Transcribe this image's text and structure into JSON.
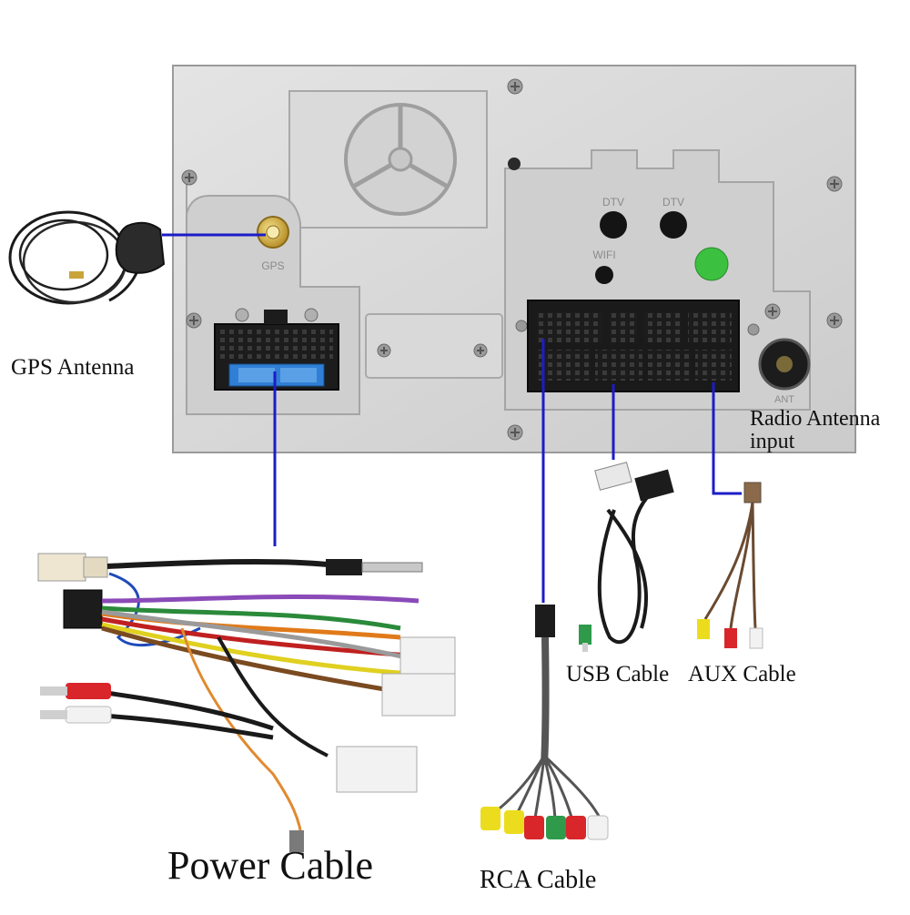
{
  "labels": {
    "gps_antenna": "GPS Antenna",
    "radio_antenna_line1": "Radio Antenna",
    "radio_antenna_line2": "input",
    "usb_cable": "USB Cable",
    "aux_cable": "AUX Cable",
    "power_cable": "Power Cable",
    "rca_cable": "RCA Cable"
  },
  "panel_markings": {
    "gps": "GPS",
    "dtv_left": "DTV",
    "dtv_right": "DTV",
    "wifi": "WIFI",
    "ant": "ANT"
  },
  "colors": {
    "leader_line": "#1c1cc8",
    "panel": "#d8d8d8",
    "connector": "#1a1a1a",
    "fuse": "#2f7fd6",
    "rca_red": "#d8262a",
    "rca_white": "#f2f2f2",
    "rca_yellow": "#ecdc1e",
    "rca_green": "#2e9a4a",
    "sticker": "#3cc040"
  }
}
